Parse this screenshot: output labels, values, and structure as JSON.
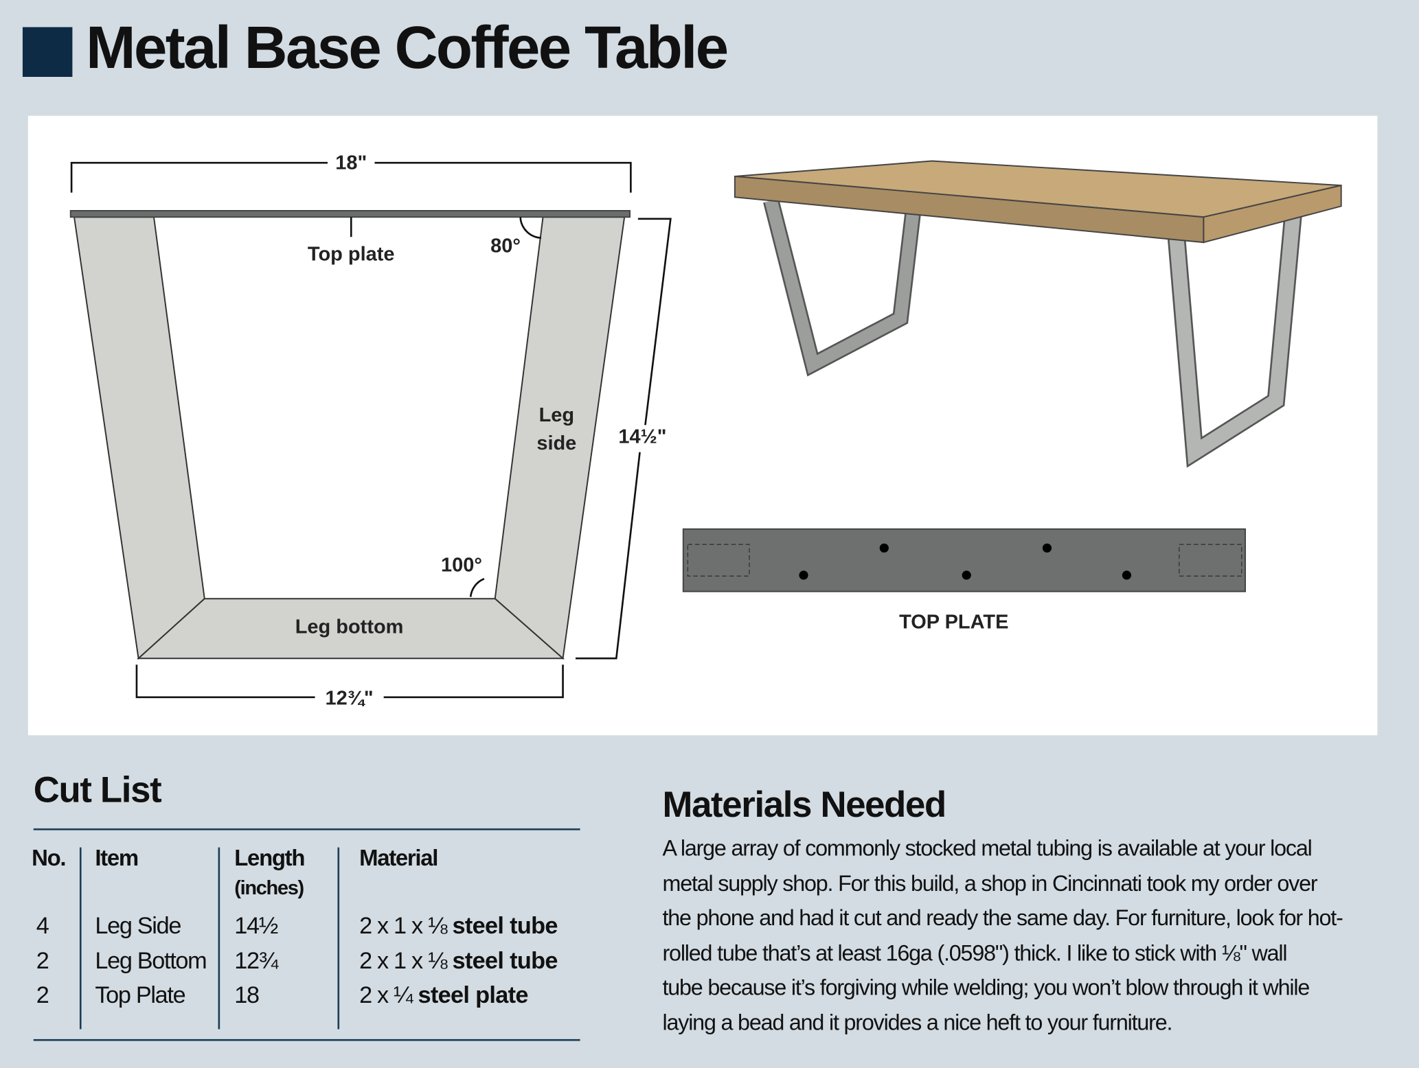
{
  "title": "Metal Base Coffee Table",
  "colors": {
    "accent": "#0d2b45",
    "background": "#d3dce3",
    "rule": "#1d3e55",
    "wood": "#c7a97a",
    "steel": "#6d706f"
  },
  "diagram": {
    "width_dim": "18\"",
    "height_dim": "14½\"",
    "bottom_dim": "12¾\"",
    "top_plate_label": "Top plate",
    "angle_top": "80°",
    "angle_bottom": "100°",
    "leg_side_line1": "Leg",
    "leg_side_line2": "side",
    "leg_bottom_label": "Leg bottom",
    "top_plate_caption": "TOP PLATE"
  },
  "cut_list": {
    "title": "Cut List",
    "headers": {
      "no": "No.",
      "item": "Item",
      "length": "Length",
      "length_unit": "(inches)",
      "material": "Material"
    },
    "rows": [
      {
        "no": "4",
        "item": "Leg Side",
        "length": "14½",
        "material_size": "2 x 1 x ⅛",
        "material_type": "steel tube"
      },
      {
        "no": "2",
        "item": "Leg Bottom",
        "length": "12¾",
        "material_size": "2 x 1 x ⅛",
        "material_type": "steel tube"
      },
      {
        "no": "2",
        "item": "Top Plate",
        "length": "18",
        "material_size": "2 x ¼",
        "material_type": "steel plate"
      }
    ]
  },
  "materials": {
    "title": "Materials Needed",
    "lines": [
      "A large array of commonly stocked metal tubing is available at your local",
      "metal supply shop. For this build, a shop in Cincinnati took my order over",
      "the phone and had it cut and ready the same day. For furniture, look for hot-",
      "rolled tube that’s at least 16ga (.0598\") thick. I like to stick with ⅛\" wall",
      "tube because it’s forgiving while welding; you won’t blow through it while",
      "laying a bead and it provides a nice heft to your furniture."
    ]
  }
}
